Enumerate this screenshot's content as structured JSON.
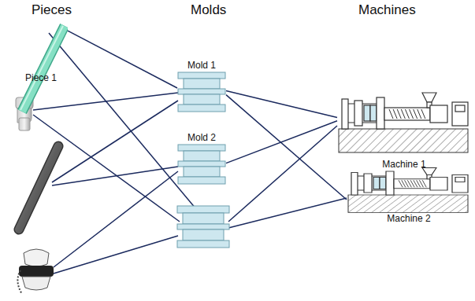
{
  "diagram": {
    "nodes": [
      {
        "text": [
          "Piece 1"
        ]
      },
      {
        "text": [
          "Mold 1"
        ]
      },
      {
        "text": [
          "Mold 2"
        ]
      },
      {
        "text": [
          "Machine 1"
        ]
      },
      {
        "text": [
          "Machine 2"
        ]
      }
    ],
    "edges": [
      {
        "from": 0,
        "to": 1,
        "arrow": "none"
      },
      {
        "from": 1,
        "to": 3,
        "arrow": "none"
      },
      {
        "from": 1,
        "to": 4,
        "arrow": "none"
      },
      {
        "from": 2,
        "to": 3,
        "arrow": "none"
      }
    ],
    "labels": [
      "Pieces",
      "Molds",
      "Machines"
    ]
  }
}
